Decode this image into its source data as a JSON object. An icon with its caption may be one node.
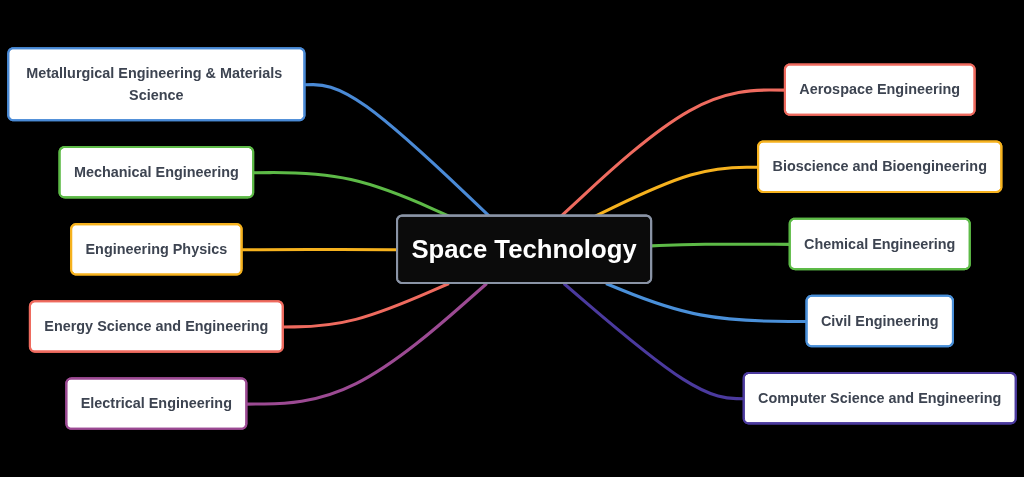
{
  "diagram": {
    "nodes": [
      {
        "text": [
          "Space Technology"
        ]
      },
      {
        "text": [
          "Aerospace Engineering"
        ]
      },
      {
        "text": [
          "Bioscience and Bioengineering"
        ]
      },
      {
        "text": [
          "Chemical Engineering"
        ]
      },
      {
        "text": [
          "Civil Engineering"
        ]
      },
      {
        "text": [
          "Computer Science and Engineering"
        ]
      },
      {
        "text": [
          "Metallurgical Engineering & Materials Science"
        ]
      },
      {
        "text": [
          "Mechanical Engineering"
        ]
      },
      {
        "text": [
          "Engineering Physics"
        ]
      },
      {
        "text": [
          "Energy Science and Engineering"
        ]
      },
      {
        "text": [
          "Electrical Engineering"
        ]
      }
    ],
    "edges": [
      {
        "from": 0,
        "to": 1,
        "arrow": "none",
        "color": "#ef6b5f"
      },
      {
        "from": 0,
        "to": 2,
        "arrow": "none",
        "color": "#f6b21e"
      },
      {
        "from": 0,
        "to": 3,
        "arrow": "none",
        "color": "#5dba47"
      },
      {
        "from": 0,
        "to": 4,
        "arrow": "none",
        "color": "#4a90d9"
      },
      {
        "from": 0,
        "to": 5,
        "arrow": "none",
        "color": "#4b3a9e"
      },
      {
        "from": 6,
        "to": 0,
        "arrow": "none",
        "color": "#4a8ad6"
      },
      {
        "from": 7,
        "to": 0,
        "arrow": "none",
        "color": "#5dba47"
      },
      {
        "from": 8,
        "to": 0,
        "arrow": "none",
        "color": "#f6b21e"
      },
      {
        "from": 9,
        "to": 0,
        "arrow": "none",
        "color": "#ef6b5f"
      },
      {
        "from": 10,
        "to": 0,
        "arrow": "none",
        "color": "#9c4a93"
      }
    ]
  }
}
